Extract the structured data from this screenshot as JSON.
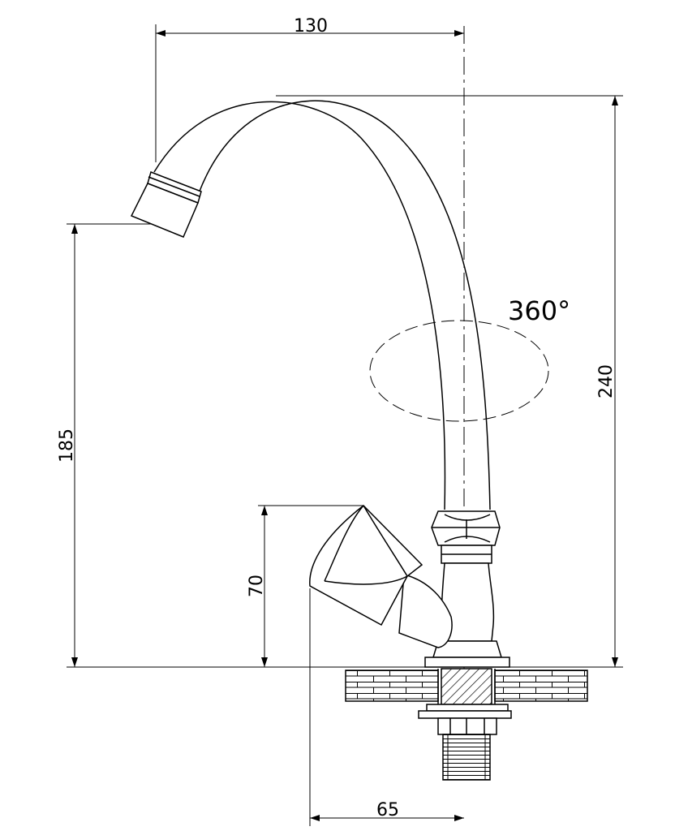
{
  "dimensions": {
    "width_top": "130",
    "height_total": "240",
    "spout_height": "185",
    "handle_height": "70",
    "base_offset": "65"
  },
  "rotation_label": "360°",
  "colors": {
    "line": "#000000",
    "background": "#ffffff"
  }
}
